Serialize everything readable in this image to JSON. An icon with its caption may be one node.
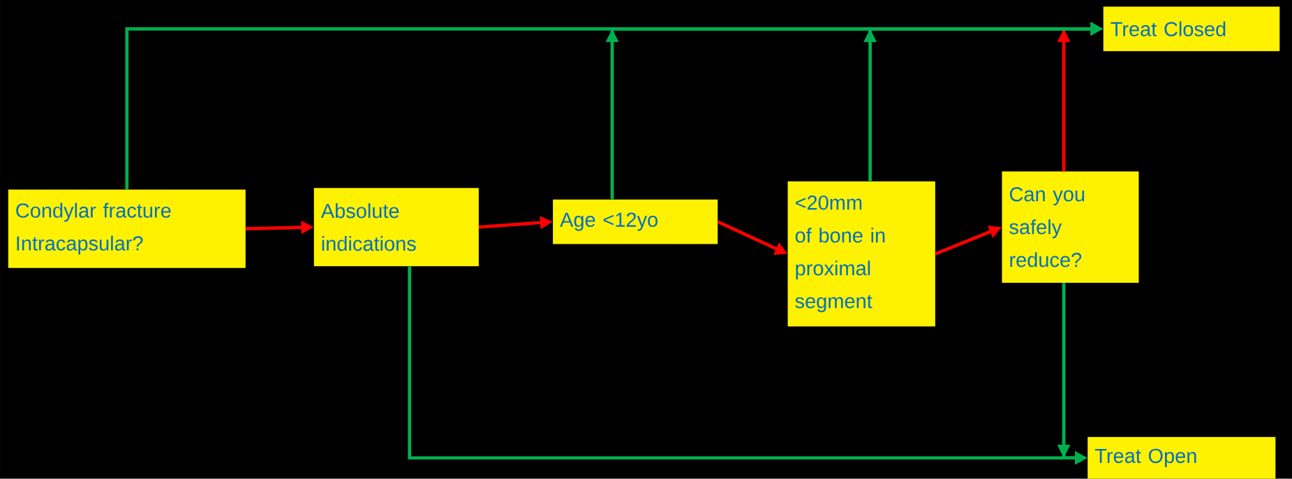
{
  "diagram": {
    "nodes": [
      {
        "text": [
          "Condylar fracture Intracapsular?"
        ]
      },
      {
        "text": [
          "Absolute indications"
        ]
      },
      {
        "text": [
          "Age <12yo"
        ]
      },
      {
        "text": [
          "<20mm of bone in proximal segment"
        ]
      },
      {
        "text": [
          "Can you safely reduce?"
        ]
      },
      {
        "text": [
          "Treat Closed"
        ]
      },
      {
        "text": [
          "Treat Open"
        ]
      }
    ],
    "edges": [
      {
        "from": 0,
        "to": 1,
        "arrow": "to",
        "color": "#ff0000"
      },
      {
        "from": 1,
        "to": 2,
        "arrow": "to",
        "color": "#ff0000"
      },
      {
        "from": 2,
        "to": 3,
        "arrow": "to",
        "color": "#ff0000"
      },
      {
        "from": 3,
        "to": 4,
        "arrow": "to",
        "color": "#ff0000"
      },
      {
        "from": 0,
        "to": 5,
        "arrow": "to",
        "color": "#00b050"
      },
      {
        "from": 2,
        "to": 5,
        "arrow": "to",
        "color": "#00b050"
      },
      {
        "from": 3,
        "to": 5,
        "arrow": "to",
        "color": "#00b050"
      },
      {
        "from": 4,
        "to": 5,
        "arrow": "to",
        "color": "#ff0000"
      },
      {
        "from": 1,
        "to": 6,
        "arrow": "to",
        "color": "#00b050"
      },
      {
        "from": 4,
        "to": 6,
        "arrow": "to",
        "color": "#00b050"
      }
    ]
  }
}
